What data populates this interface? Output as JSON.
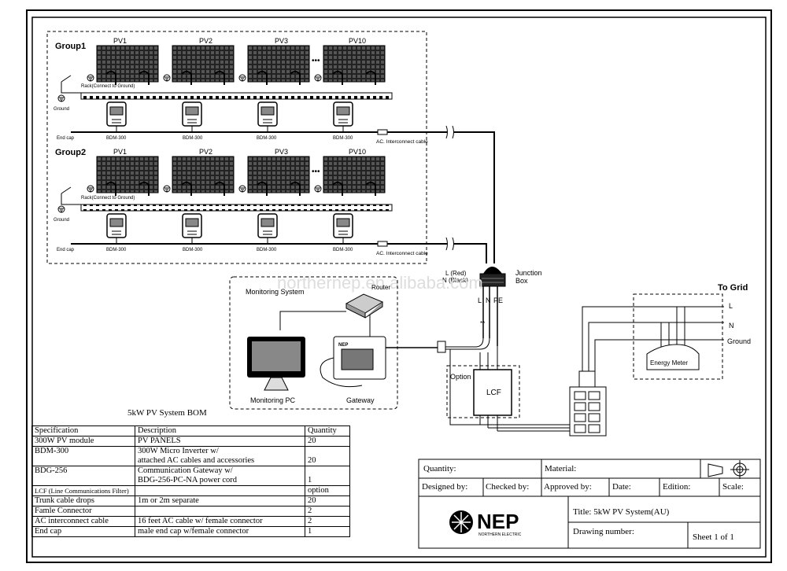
{
  "groups": [
    {
      "name": "Group1",
      "panels": [
        "PV1",
        "PV2",
        "PV3",
        "PV10"
      ],
      "rack_label": "Rack(Connect to Ground)",
      "ground_label": "Ground",
      "endcap_label": "End cap",
      "inverter_label": "BDM-300",
      "cable_label": "AC. Interconnect cable"
    },
    {
      "name": "Group2",
      "panels": [
        "PV1",
        "PV2",
        "PV3",
        "PV10"
      ],
      "rack_label": "Rack(Connect to Ground)",
      "ground_label": "Ground",
      "endcap_label": "End cap",
      "inverter_label": "BDM-300",
      "cable_label": "AC. Interconnect cable"
    }
  ],
  "dots": "•••",
  "junction": {
    "label_line1": "Junction",
    "label_line2": "Box",
    "red": "L (Red)",
    "black": "N (Black)",
    "terminals": [
      "L",
      "N",
      "PE"
    ]
  },
  "watermark": "northernep.en.alibaba.com",
  "monitoring": {
    "title": "Monitoring System",
    "router": "Router",
    "pc": "Monitoring PC",
    "gateway": "Gateway",
    "gateway_brand": "NEP"
  },
  "lcf": {
    "option": "Option",
    "label": "LCF"
  },
  "grid": {
    "title": "To Grid",
    "lines": [
      "L",
      "N",
      "Ground"
    ],
    "meter": "Energy Meter"
  },
  "bom": {
    "title": "5kW PV System BOM",
    "headers": [
      "Specification",
      "Description",
      "Quantity"
    ],
    "rows": [
      {
        "spec": "300W PV module",
        "desc": [
          "PV PANELS"
        ],
        "qty": "20"
      },
      {
        "spec": "BDM-300",
        "desc": [
          "300W Micro Inverter w/",
          "attached AC cables and accessories"
        ],
        "qty": "20"
      },
      {
        "spec": "BDG-256",
        "desc": [
          "Communication Gateway w/",
          "BDG-256-PC-NA power cord"
        ],
        "qty": "1"
      },
      {
        "spec": "LCF (Line Communications Filter)",
        "desc": [
          ""
        ],
        "qty": "option"
      },
      {
        "spec": "Trunk cable drops",
        "desc": [
          "1m or 2m  separate"
        ],
        "qty": "20"
      },
      {
        "spec": "Famle Connector",
        "desc": [
          ""
        ],
        "qty": "2"
      },
      {
        "spec": "AC interconnect cable",
        "desc": [
          "16 feet AC cable w/ female connector"
        ],
        "qty": "2"
      },
      {
        "spec": "End cap",
        "desc": [
          "male end cap w/female connector"
        ],
        "qty": "1"
      }
    ]
  },
  "titleblock": {
    "quantity": "Quantity:",
    "material": "Material:",
    "designed": "Designed by:",
    "checked": "Checked by:",
    "approved": "Approved by:",
    "date": "Date:",
    "edition": "Edition:",
    "scale": "Scale:",
    "logo": "NEP",
    "logo_sub": "NORTHERN ELECTRIC",
    "title": "Title: 5kW PV System(AU)",
    "drawing": "Drawing number:",
    "sheet": "Sheet  1 of 1"
  }
}
